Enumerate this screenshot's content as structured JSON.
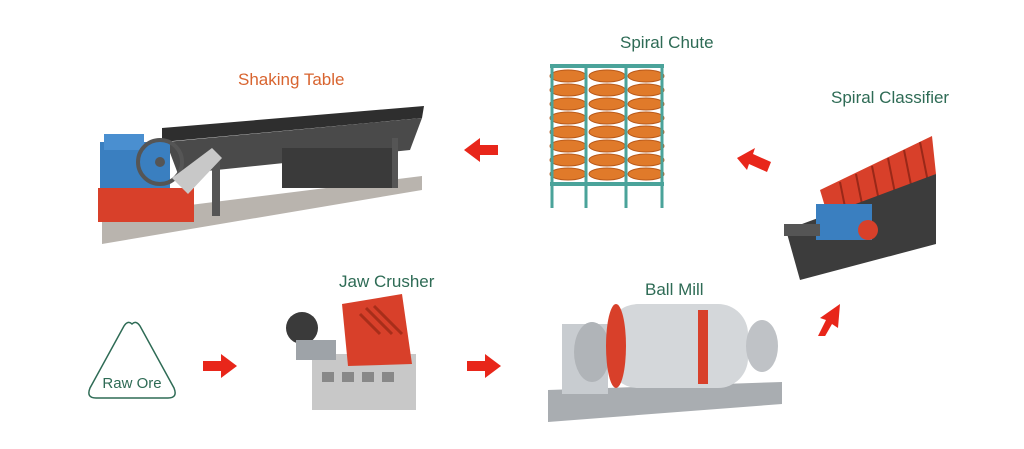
{
  "stages": {
    "raw_ore": "Raw Ore",
    "jaw_crusher": "Jaw Crusher",
    "ball_mill": "Ball Mill",
    "spiral_classifier": "Spiral Classifier",
    "spiral_chute": "Spiral Chute",
    "shaking_table": "Shaking Table"
  },
  "colors": {
    "label_green": "#2e6b55",
    "label_orange": "#d8642f",
    "arrow_red": "#e8261a",
    "machine_red": "#d8402a",
    "machine_blue": "#3a7fc0",
    "machine_gray": "#9ea3a8",
    "chute_orange": "#e07a2a",
    "chute_teal": "#4aa39a"
  },
  "icons": [
    "triangle-icon",
    "arrow-right-icon",
    "arrow-left-icon",
    "arrow-up-icon"
  ]
}
